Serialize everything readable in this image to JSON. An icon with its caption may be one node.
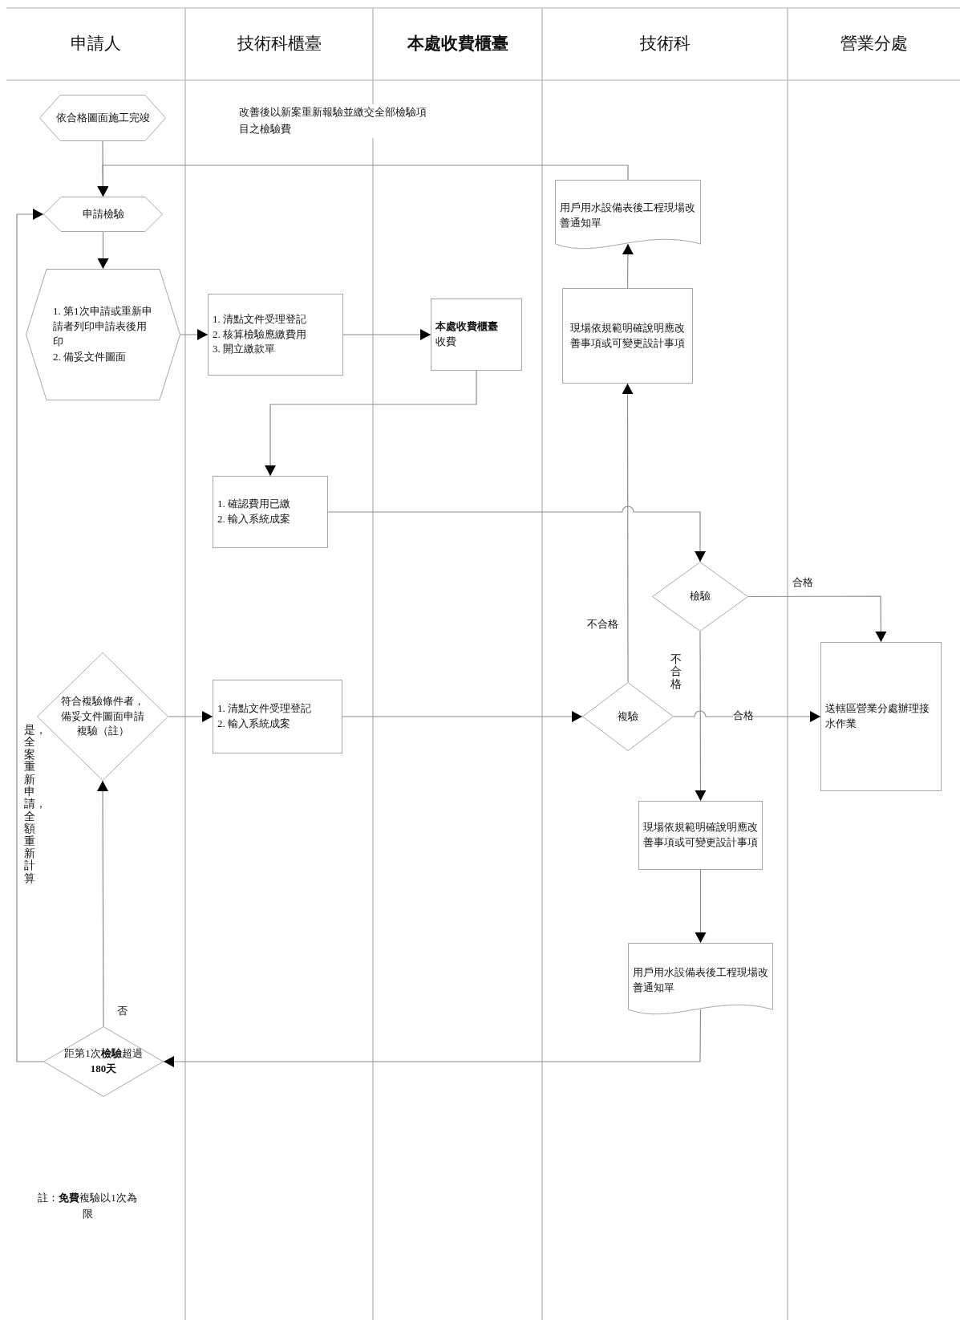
{
  "diagram": {
    "nodes": [
      {
        "text": [
          "依合格圖面施工完竣"
        ]
      },
      {
        "text": [
          "申請檢驗"
        ]
      },
      {
        "text": [
          "1. 第1次申請或重新申請者列印申請表後用印",
          "2. 備妥文件圖面"
        ]
      },
      {
        "text": [
          "1. 清點文件受理登記",
          "2. 核算檢驗應繳費用",
          "3. 開立繳款單"
        ]
      },
      {
        "text": [
          "**本處收費櫃臺**",
          "收費"
        ]
      },
      {
        "text": [
          "1. 確認費用已繳",
          "2. 輸入系統成案"
        ]
      },
      {
        "text": [
          "用戶用水設備表後工程現場改善通知單"
        ]
      },
      {
        "text": [
          "現場依規範明確說明應改善事項或可變更設計事項"
        ]
      },
      {
        "text": [
          "檢驗"
        ]
      },
      {
        "text": [
          "符合複驗條件者，備妥文件圖面申請複驗（註）"
        ]
      },
      {
        "text": [
          "1. 清點文件受理登記",
          "2. 輸入系統成案"
        ]
      },
      {
        "text": [
          "複驗"
        ]
      },
      {
        "text": [
          "送轄區營業分處辦理接水作業"
        ]
      },
      {
        "text": [
          "現場依規範明確說明應改善事項或可變更設計事項"
        ]
      },
      {
        "text": [
          "用戶用水設備表後工程現場改善通知單"
        ]
      },
      {
        "text": [
          "距第1次**檢驗**超過**180天**"
        ]
      }
    ],
    "edges": [
      {
        "from": 0,
        "to": 1,
        "arrow": "to"
      },
      {
        "from": 6,
        "to": 1,
        "arrow": "to",
        "label": "改善後以新案重新報驗並繳交全部檢驗項目之檢驗費"
      },
      {
        "from": 1,
        "to": 2,
        "arrow": "to"
      },
      {
        "from": 2,
        "to": 3,
        "arrow": "to"
      },
      {
        "from": 3,
        "to": 4,
        "arrow": "to"
      },
      {
        "from": 4,
        "to": 5,
        "arrow": "to"
      },
      {
        "from": 5,
        "to": 8,
        "arrow": "to"
      },
      {
        "from": 7,
        "to": 6,
        "arrow": "to"
      },
      {
        "from": 11,
        "to": 7,
        "arrow": "to",
        "label": "不合格"
      },
      {
        "from": 8,
        "to": 12,
        "arrow": "to",
        "label": "合格"
      },
      {
        "from": 8,
        "to": 13,
        "arrow": "to",
        "label": "不合格"
      },
      {
        "from": 9,
        "to": 10,
        "arrow": "to"
      },
      {
        "from": 10,
        "to": 11,
        "arrow": "to"
      },
      {
        "from": 11,
        "to": 12,
        "arrow": "to",
        "label": "合格"
      },
      {
        "from": 13,
        "to": 14,
        "arrow": "to"
      },
      {
        "from": 14,
        "to": 15,
        "arrow": "to"
      },
      {
        "from": 15,
        "to": 9,
        "arrow": "to",
        "label": "否"
      },
      {
        "from": 15,
        "to": 1,
        "arrow": "to",
        "label": "是，全案重新申請，全額重新計算"
      }
    ],
    "labels": [
      "申請人",
      "技術科櫃臺",
      "**本處收費櫃臺**",
      "技術科",
      "營業分處",
      "註：**免費**複驗以1次為限"
    ]
  }
}
